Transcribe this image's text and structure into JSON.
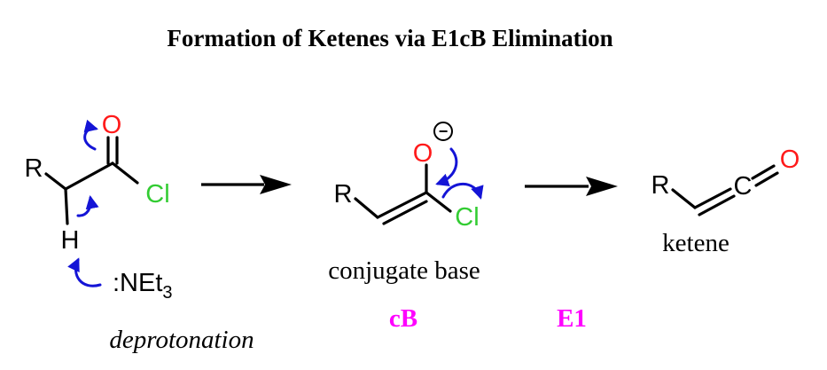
{
  "title": "Formation of Ketenes via E1cB Elimination",
  "colors": {
    "oxygen": "#ff1a1a",
    "chlorine": "#33cc33",
    "arrow": "#1414d6",
    "step_label": "#ff00ff",
    "text": "#000000"
  },
  "acid_chloride": {
    "r": "R",
    "o": "O",
    "cl": "Cl",
    "h": "H",
    "base": ":NEt",
    "base_subscript": "3",
    "caption": "deprotonation"
  },
  "enolate": {
    "r": "R",
    "o": "O",
    "charge": "−",
    "cl": "Cl",
    "caption": "conjugate base",
    "step": "cB"
  },
  "ketene": {
    "r": "R",
    "c": "C",
    "o": "O",
    "caption": "ketene",
    "step": "E1"
  },
  "icons": [
    "reaction-arrow",
    "curved-electron-arrow",
    "negative-charge-circle"
  ]
}
